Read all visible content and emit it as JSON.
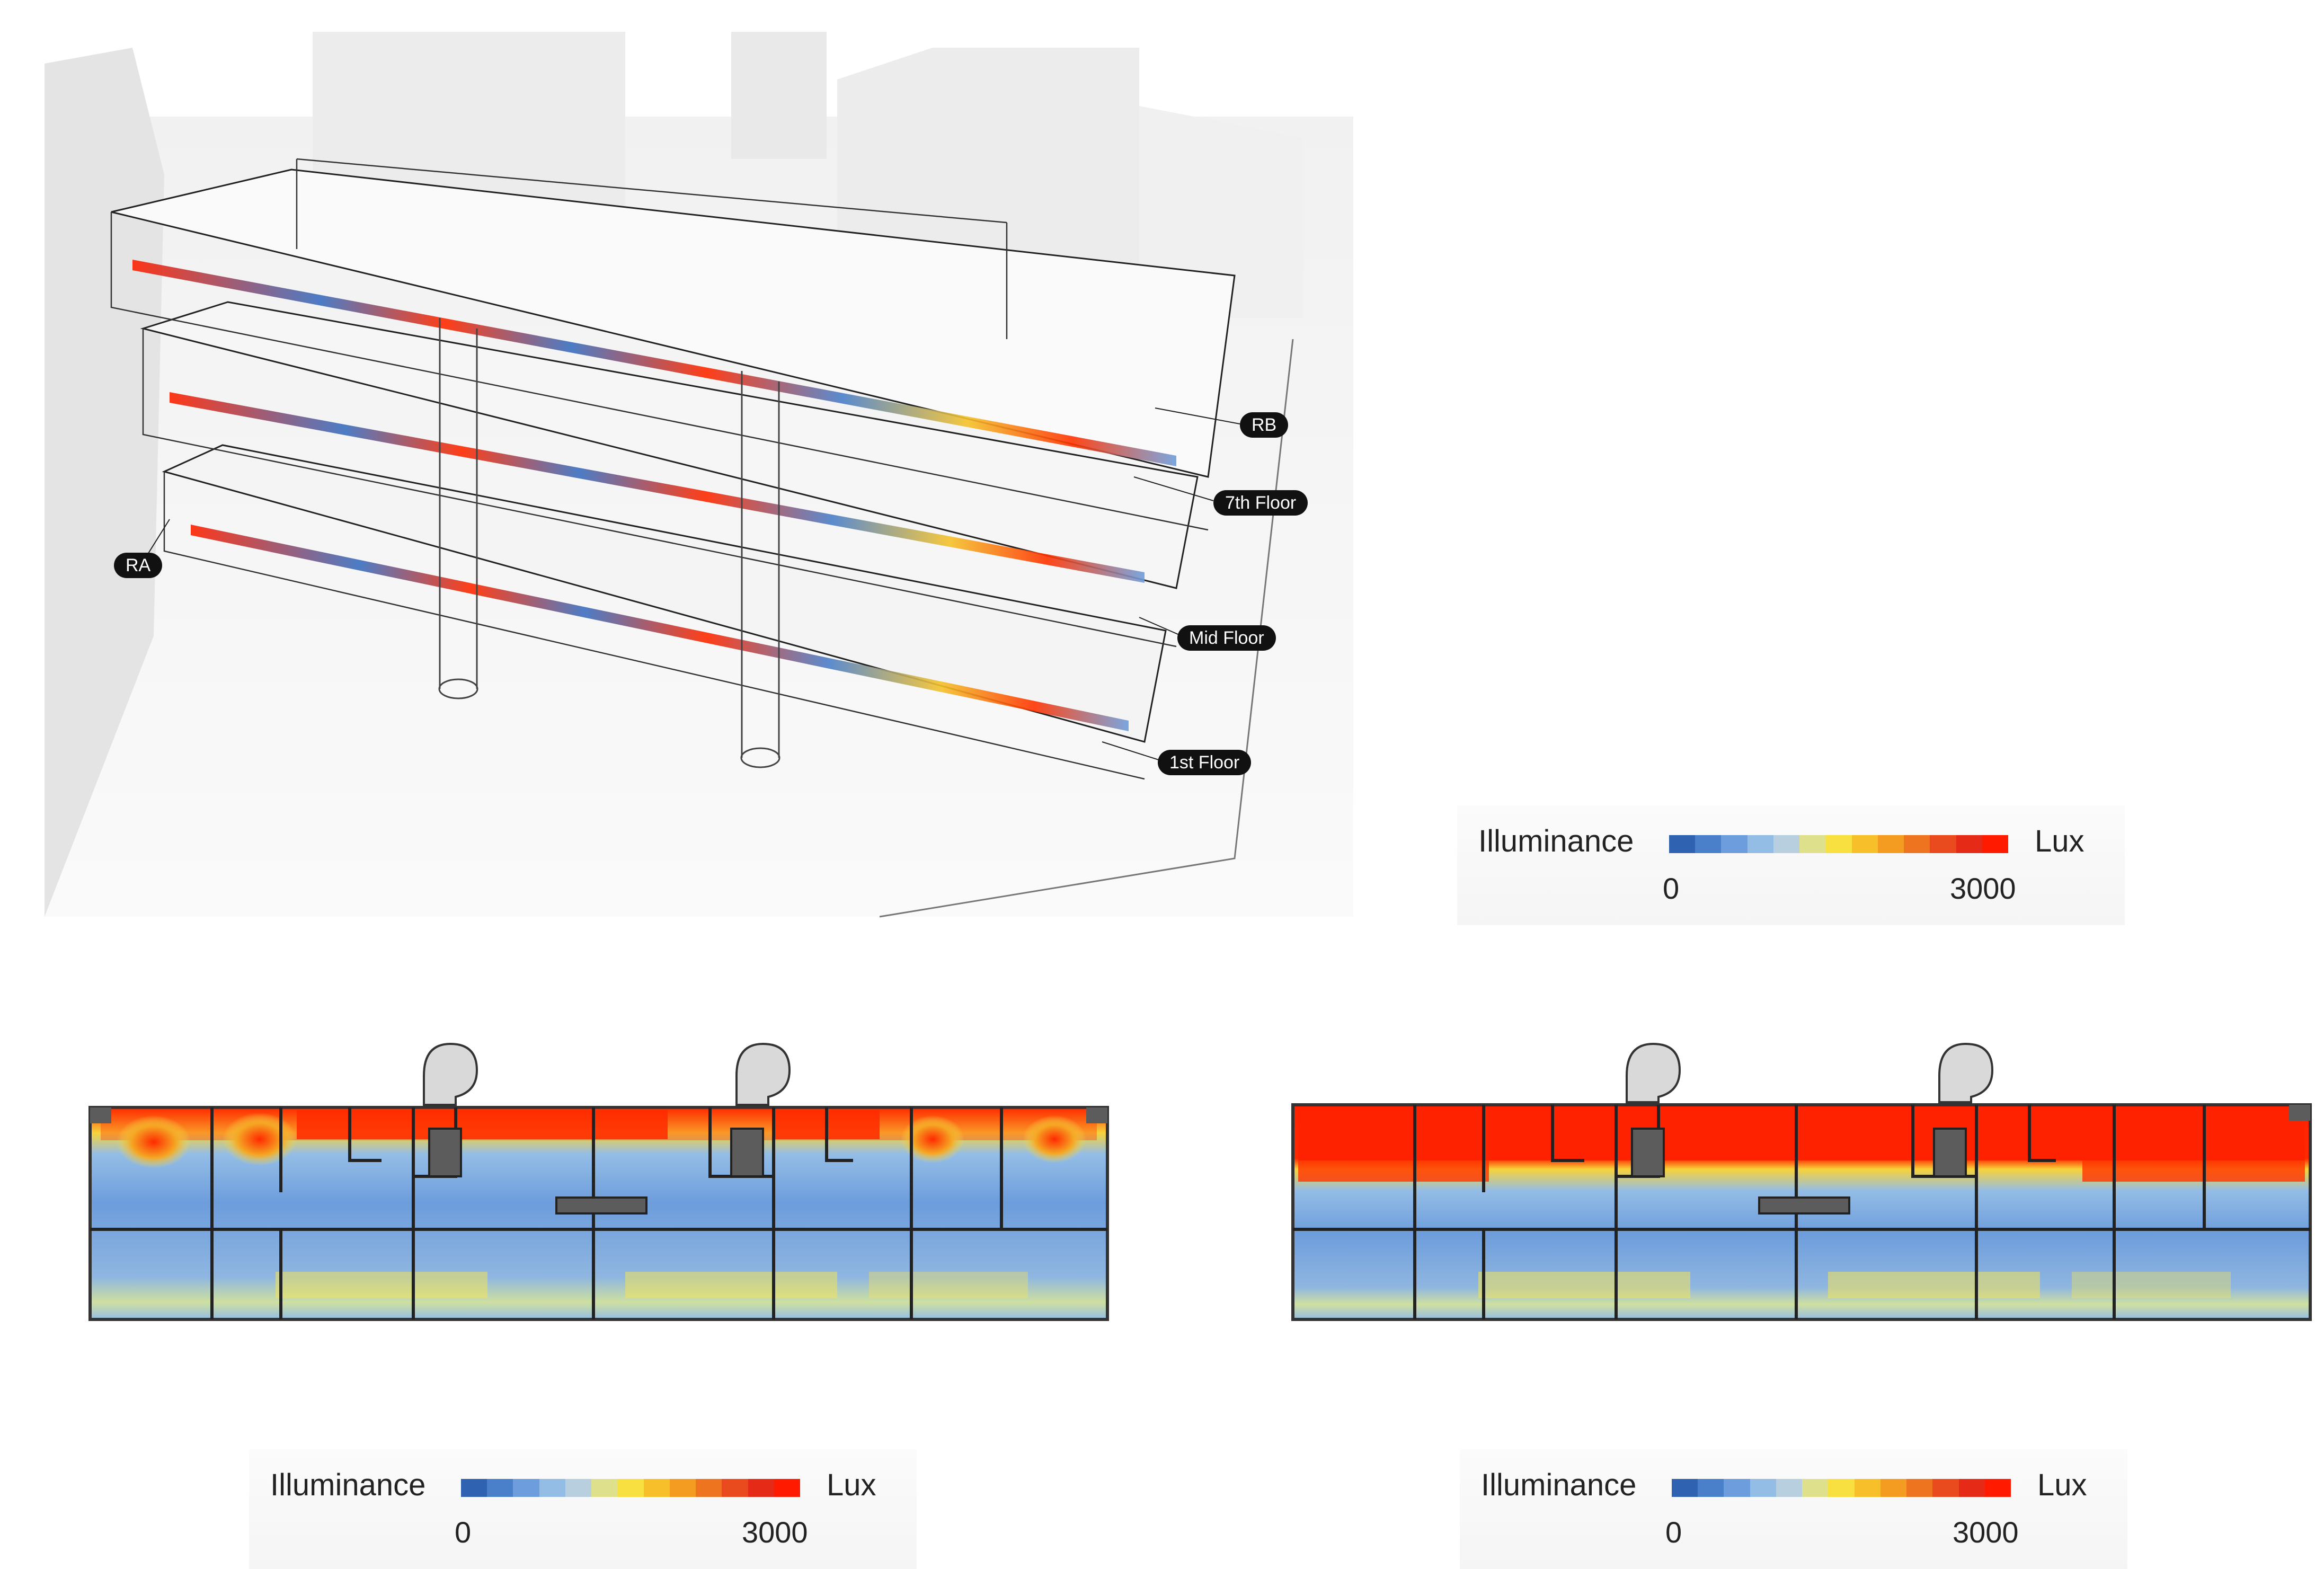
{
  "model3d": {
    "labels": {
      "rb": "RB",
      "seventh": "7th Floor",
      "mid": "Mid Floor",
      "first": "1st Floor",
      "ra": "RA"
    }
  },
  "legends": [
    {
      "title": "Illuminance",
      "unit": "Lux",
      "min": "0",
      "max": "3000"
    },
    {
      "title": "Illuminance",
      "unit": "Lux",
      "min": "0",
      "max": "3000"
    },
    {
      "title": "Illuminance",
      "unit": "Lux",
      "min": "0",
      "max": "3000"
    }
  ],
  "colors": {
    "scale": [
      "#2f62b0",
      "#4a7fca",
      "#6d9ddc",
      "#94bde6",
      "#b7cfde",
      "#dfe08c",
      "#f7e040",
      "#f7c02a",
      "#f49b22",
      "#ee7420",
      "#e94b1e",
      "#e52a18",
      "#ff1a00"
    ],
    "sky": "#4a7fca",
    "hot": "#ff2200",
    "massing": "#ededed",
    "wall": "#222222",
    "core": "#5c5c5c"
  }
}
